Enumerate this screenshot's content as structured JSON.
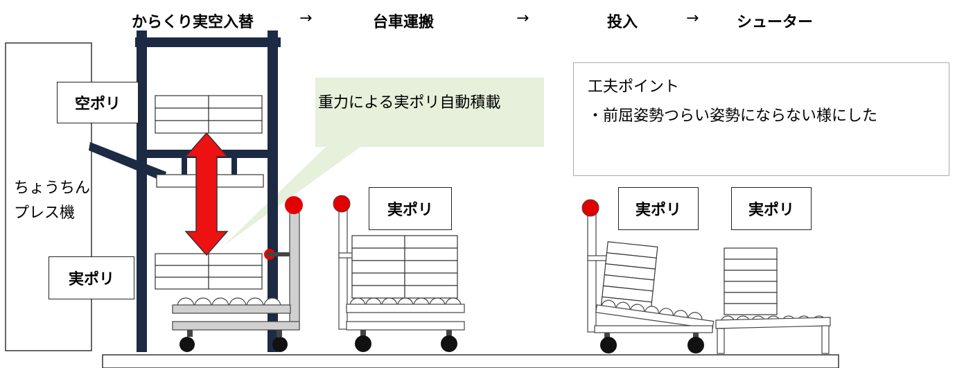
{
  "flow": {
    "step1": "からくり実空入替",
    "arrow1": "→",
    "step2": "台車運搬",
    "arrow2": "→",
    "step3": "投入",
    "arrow3": "→",
    "step4": "シューター"
  },
  "press": {
    "line1": "ちょうちん",
    "line2": "プレス機"
  },
  "labels": {
    "empty_poly": "空ポリ",
    "full_poly_left": "実ポリ",
    "full_poly_cart": "実ポリ",
    "full_poly_tilt": "実ポリ",
    "full_poly_shooter": "実ポリ"
  },
  "callout": {
    "text": "重力による実ポリ自動積載",
    "color": "#e6f0da"
  },
  "point": {
    "title": "工夫ポイント",
    "item": "・前屈姿勢つらい姿勢にならない様にした"
  },
  "colors": {
    "frame": "#1d2a44",
    "arrow": "#ee1111",
    "knob": "#e30000",
    "cart_gray": "#d0d0d0"
  }
}
